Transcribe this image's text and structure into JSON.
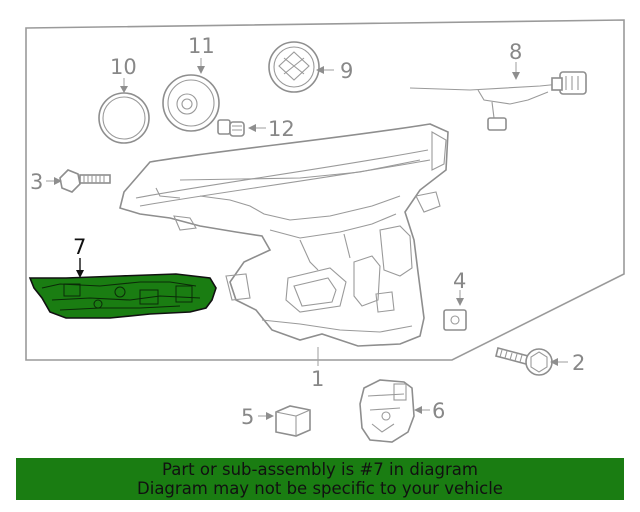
{
  "diagram": {
    "callouts": {
      "c1": "1",
      "c2": "2",
      "c3": "3",
      "c4": "4",
      "c5": "5",
      "c6": "6",
      "c7": "7",
      "c8": "8",
      "c9": "9",
      "c10": "10",
      "c11": "11",
      "c12": "12"
    },
    "highlight_color": "#1a7d12",
    "line_color": "#8e8e8e"
  },
  "banner": {
    "line1": "Part or sub-assembly is #7 in diagram",
    "line2": "Diagram may not be specific to your vehicle",
    "background": "#1a7d12"
  }
}
